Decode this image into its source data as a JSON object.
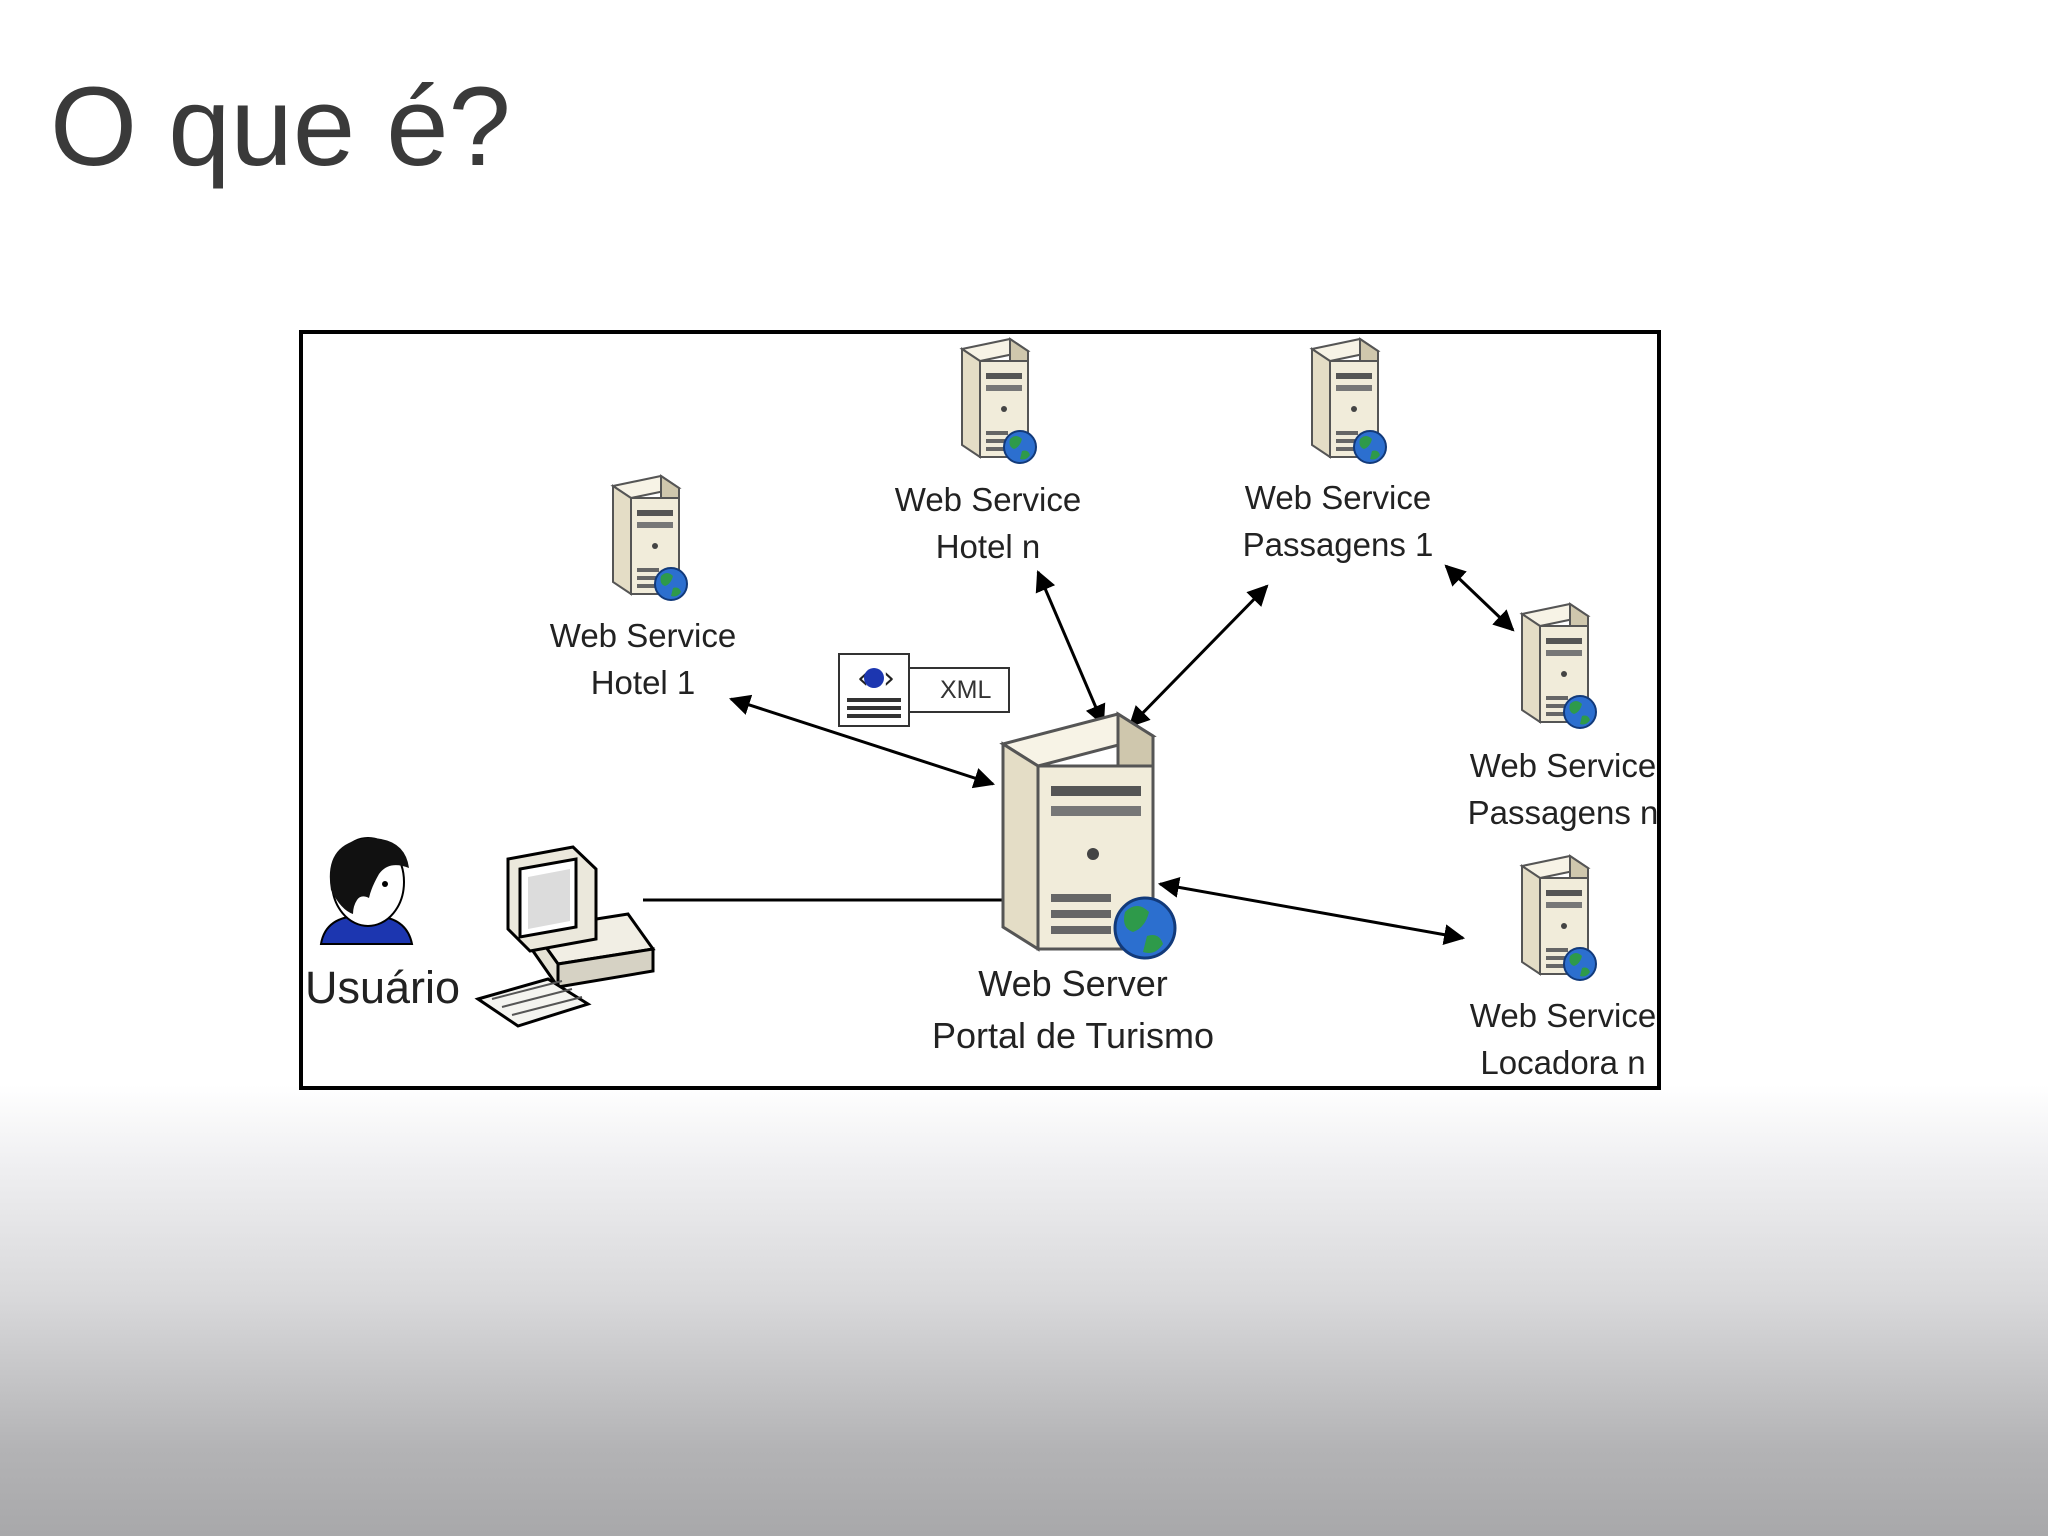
{
  "slide": {
    "title": "O que é?"
  },
  "diagram": {
    "nodes": {
      "hotel_1": {
        "line1": "Web Service",
        "line2": "Hotel 1"
      },
      "hotel_n": {
        "line1": "Web Service",
        "line2": "Hotel n"
      },
      "passagens_1": {
        "line1": "Web Service",
        "line2": "Passagens 1"
      },
      "passagens_n": {
        "line1": "Web Service",
        "line2": "Passagens n"
      },
      "locadora_n": {
        "line1": "Web Service",
        "line2": "Locadora n"
      },
      "web_server": {
        "line1": "Web Server",
        "line2": "Portal de Turismo"
      },
      "usuario": {
        "label": "Usuário"
      }
    },
    "xml_label": "XML",
    "icons": {
      "server": "server-tower-with-globe-icon",
      "workstation": "desktop-computer-icon",
      "user": "person-avatar-icon",
      "document": "xml-document-icon"
    },
    "colors": {
      "server_body": "#efe8d2",
      "globe": "#2c6fcf",
      "globe_land": "#2e9a4a",
      "user_shirt": "#1c36b0",
      "line": "#000000"
    }
  }
}
